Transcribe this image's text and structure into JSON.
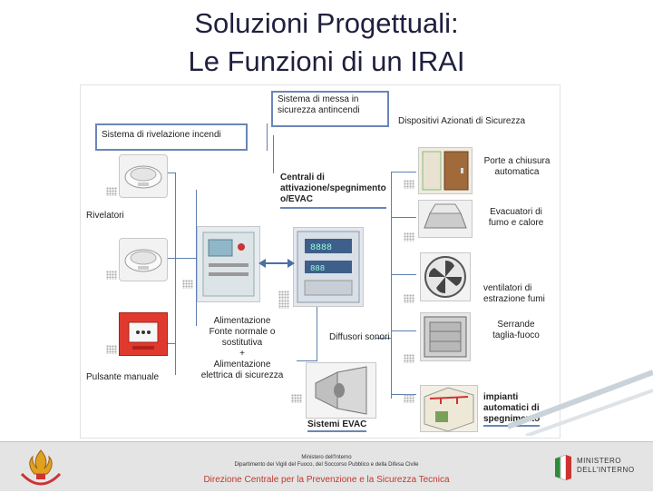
{
  "title": {
    "line1": "Soluzioni Progettuali:",
    "line2": "Le Funzioni di un IRAI"
  },
  "diagram": {
    "sistema_messa_sicurezza": "Sistema di messa in\nsicurezza antincendi",
    "sistema_rivelazione": "Sistema di rivelazione incendi",
    "dispositivi_azionati": "Dispositivi Azionati di Sicurezza",
    "centrali": "Centrali di\nattivazione/spegnimento\no/EVAC",
    "rivelatori": "Rivelatori",
    "pulsante_manuale": "Pulsante manuale",
    "alimentazione": "Alimentazione\nFonte normale o\nsostitutiva\n+\nAlimentazione\nelettrica di sicurezza",
    "diffusori_sonori": "Diffusori sonori",
    "sistemi_evac": "Sistemi EVAC",
    "porte_chiusura": "Porte a chiusura\nautomatica",
    "evacuatori": "Evacuatori di\nfumo e calore",
    "ventilatori": "ventilatori di\nestrazione fumi",
    "serrande": "Serrande\ntaglia-fuoco",
    "impianti_spegnimento": "impianti\nautomatici di\nspegnimento"
  },
  "footer": {
    "line1": "Ministero dell'Interno",
    "line2": "Dipartimento dei Vigili del Fuoco, del Soccorso Pubblico e della Difesa Civile",
    "line3": "Direzione Centrale per la Prevenzione e la Sicurezza Tecnica",
    "ministry_logo": "MINISTERO\nDELL'INTERNO",
    "vvf_logo": "Vigili del Fuoco"
  },
  "colors": {
    "title": "#1f1f3f",
    "connector": "#5d7fb0",
    "footer_red": "#c0392b",
    "box_border": "#6b85b8"
  }
}
